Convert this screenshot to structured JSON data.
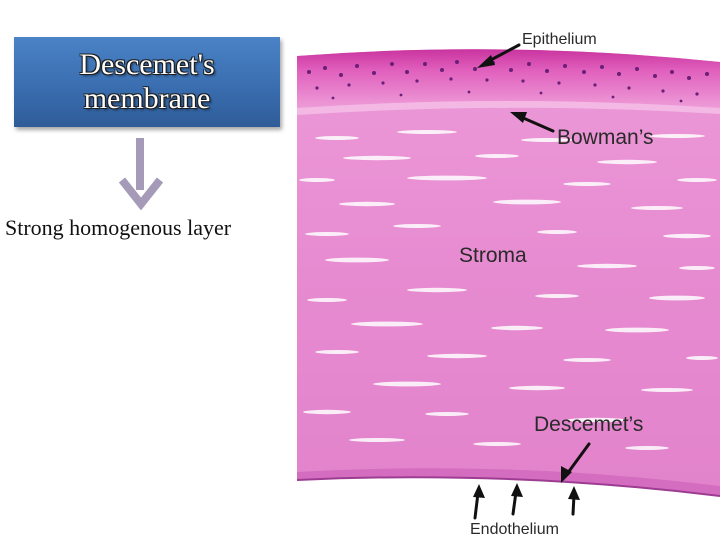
{
  "title": "Descemet's\nmembrane",
  "subtitle": "Strong homogenous layer",
  "labels": {
    "epithelium": "Epithelium",
    "bowmans": "Bowman’s",
    "stroma": "Stroma",
    "descemets": "Descemet’s",
    "endothelium": "Endothelium"
  },
  "colors": {
    "title_box": "#3a6eb0",
    "arrow": "#a59bb8",
    "tissue": "#e88ad2",
    "epithelium_band": "#d44fb0"
  }
}
